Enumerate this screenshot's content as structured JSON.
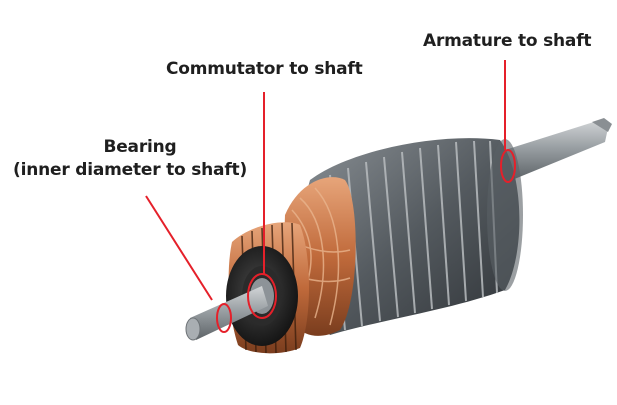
{
  "labels": {
    "armature": "Armature to shaft",
    "commutator": "Commutator to shaft",
    "bearing_line1": "Bearing",
    "bearing_line2": "(inner diameter to shaft)"
  },
  "colors": {
    "callout": "#e5202a",
    "copper": "#c06a3b",
    "steel": "#6f767c",
    "text": "#1f1f1f"
  }
}
